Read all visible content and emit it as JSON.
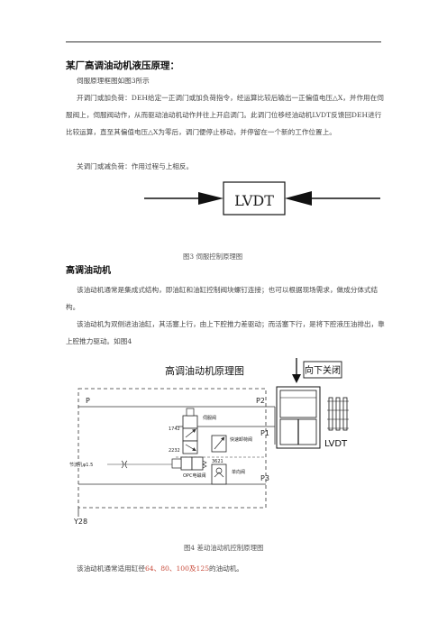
{
  "heading": "某厂高调油动机液压原理：",
  "para1": "伺服原理框图如图3所示",
  "para2": "开调门或加负荷：DEH给定一正调门或加负荷指令，经运算比较后输出一正偏值电压△X，并作用在伺服阀上，伺服阀动作，从而驱动油动机动作并往上开启调门。此调门位移经油动机LVDT反馈回DEH进行比较运算，直至其偏值电压△X为零后，调门便停止移动，并停留在一个新的工作位置上。",
  "para3": "关调门或减负荷：作用过程与上相反。",
  "fig3": {
    "box_label": "LVDT",
    "caption": "图3  伺服控制原理图"
  },
  "section2": "高调油动机",
  "para4": "该油动机通常是集成式结构，即油缸和油缸控制阀块螺钉连接；也可以根据现场需求，做成分体式结构。",
  "para5": "该油动机为双侧进油油缸，其活塞上行，由上下腔推力差驱动；而活塞下行，是将下腔液压油排出，靠上腔推力驱动。如图4",
  "fig4": {
    "title": "高调油动机原理图",
    "close_label": "向下关闭",
    "lvdt": "LVDT",
    "p": "P",
    "p2": "P2",
    "p1": "P1",
    "p3": "P3",
    "y28": "Y28",
    "code1742": "1742",
    "code2232": "2232",
    "code3621": "3621",
    "servo_valve": "伺服阀",
    "quick_valve": "快速卸荷阀",
    "solenoid": "OPC电磁阀",
    "check_valve": "单向阀",
    "orifice": "节流孔φ1.5",
    "caption": "图4  差动油动机控制原理图"
  },
  "final": {
    "prefix": "该油动机通常适用缸径",
    "sizes": "64、80、100及125",
    "suffix": "的油动机。"
  }
}
